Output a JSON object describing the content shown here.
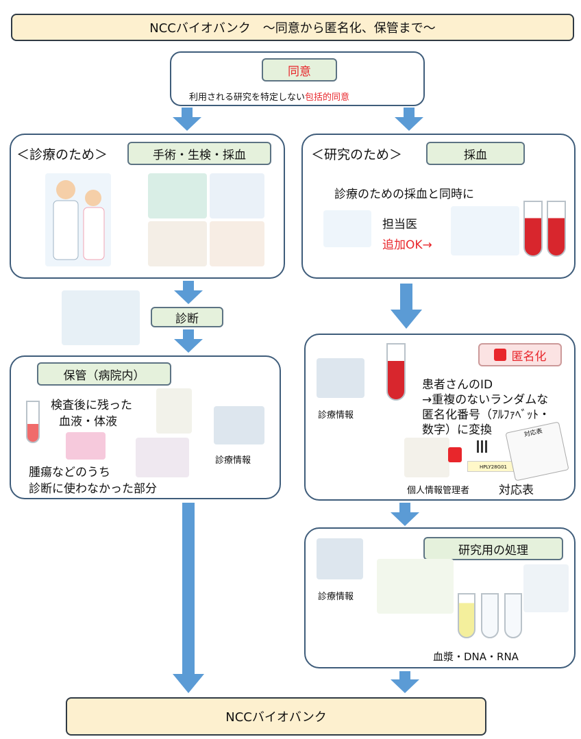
{
  "title": "NCCバイオバンク　～同意から匿名化、保管まで～",
  "consent": {
    "label": "同意",
    "desc_prefix": "利用される研究を特定しない",
    "desc_highlight": "包括的同意"
  },
  "clinical": {
    "heading": "＜診療のため＞",
    "procedures": "手術・生検・採血"
  },
  "research": {
    "heading": "＜研究のため＞",
    "procedure": "採血",
    "note": "診療のための採血と同時に",
    "doctor": "担当医",
    "additional": "追加OK→"
  },
  "diagnosis": {
    "label": "診断"
  },
  "storage": {
    "label": "保管（病院内）",
    "remaining_line1": "検査後に残った",
    "remaining_line2": "血液・体液",
    "tumor_line1": "腫瘍などのうち",
    "tumor_line2": "診断に使わなかった部分",
    "records": "診療情報"
  },
  "anonymize": {
    "label": "匿名化",
    "records": "診療情報",
    "line1": "患者さんのID",
    "line2": "→重複のないランダムな",
    "line3": "匿名化番号（ｱﾙﾌｧﾍﾞｯﾄ・",
    "line4": "数字）に変換",
    "manager": "個人情報管理者",
    "table": "対応表",
    "table_sheet_title": "対応表",
    "barcode_text": "HPLY28G01"
  },
  "processing": {
    "label": "研究用の処理",
    "records": "診療情報",
    "products": "血漿・DNA・RNA"
  },
  "footer": "NCCバイオバンク",
  "colors": {
    "arrow": "#5b9bd5",
    "box_fill": "#fdf0cf",
    "chip_fill": "#e5f1dc",
    "highlight": "#e8262b"
  }
}
